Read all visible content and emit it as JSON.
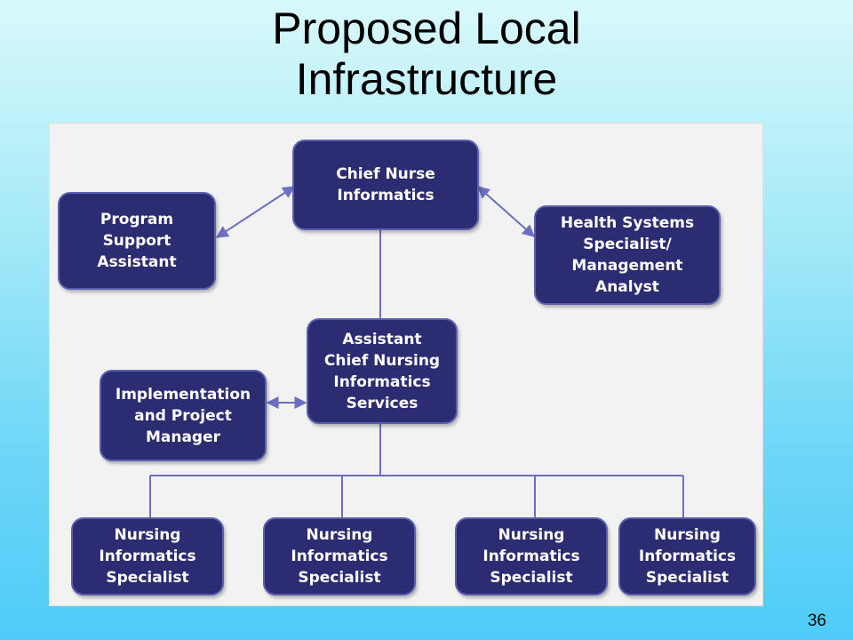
{
  "title": {
    "line1": "Proposed Local",
    "line2": "Infrastructure"
  },
  "nodes": {
    "chief_nurse": {
      "line1": "Chief Nurse",
      "line2": "Informatics"
    },
    "program_support": {
      "line1": "Program",
      "line2": "Support",
      "line3": "Assistant"
    },
    "health_systems": {
      "line1": "Health  Systems",
      "line2": "Specialist/",
      "line3": "Management",
      "line4": "Analyst"
    },
    "assistant_chief": {
      "line1": "Assistant",
      "line2": "Chief Nursing",
      "line3": "Informatics",
      "line4": "Services"
    },
    "implementation": {
      "line1": "Implementation",
      "line2": "and Project",
      "line3": "Manager"
    },
    "specialists": [
      {
        "line1": "Nursing",
        "line2": "Informatics",
        "line3": "Specialist"
      },
      {
        "line1": "Nursing",
        "line2": "Informatics",
        "line3": "Specialist"
      },
      {
        "line1": "Nursing",
        "line2": "Informatics",
        "line3": "Specialist"
      },
      {
        "line1": "Nursing",
        "line2": "Informatics",
        "line3": "Specialist"
      }
    ]
  },
  "colors": {
    "node_fill": "#2b2c72",
    "node_border": "#5a5fb0",
    "connector": "#6b6fc0"
  },
  "page_number": "36"
}
